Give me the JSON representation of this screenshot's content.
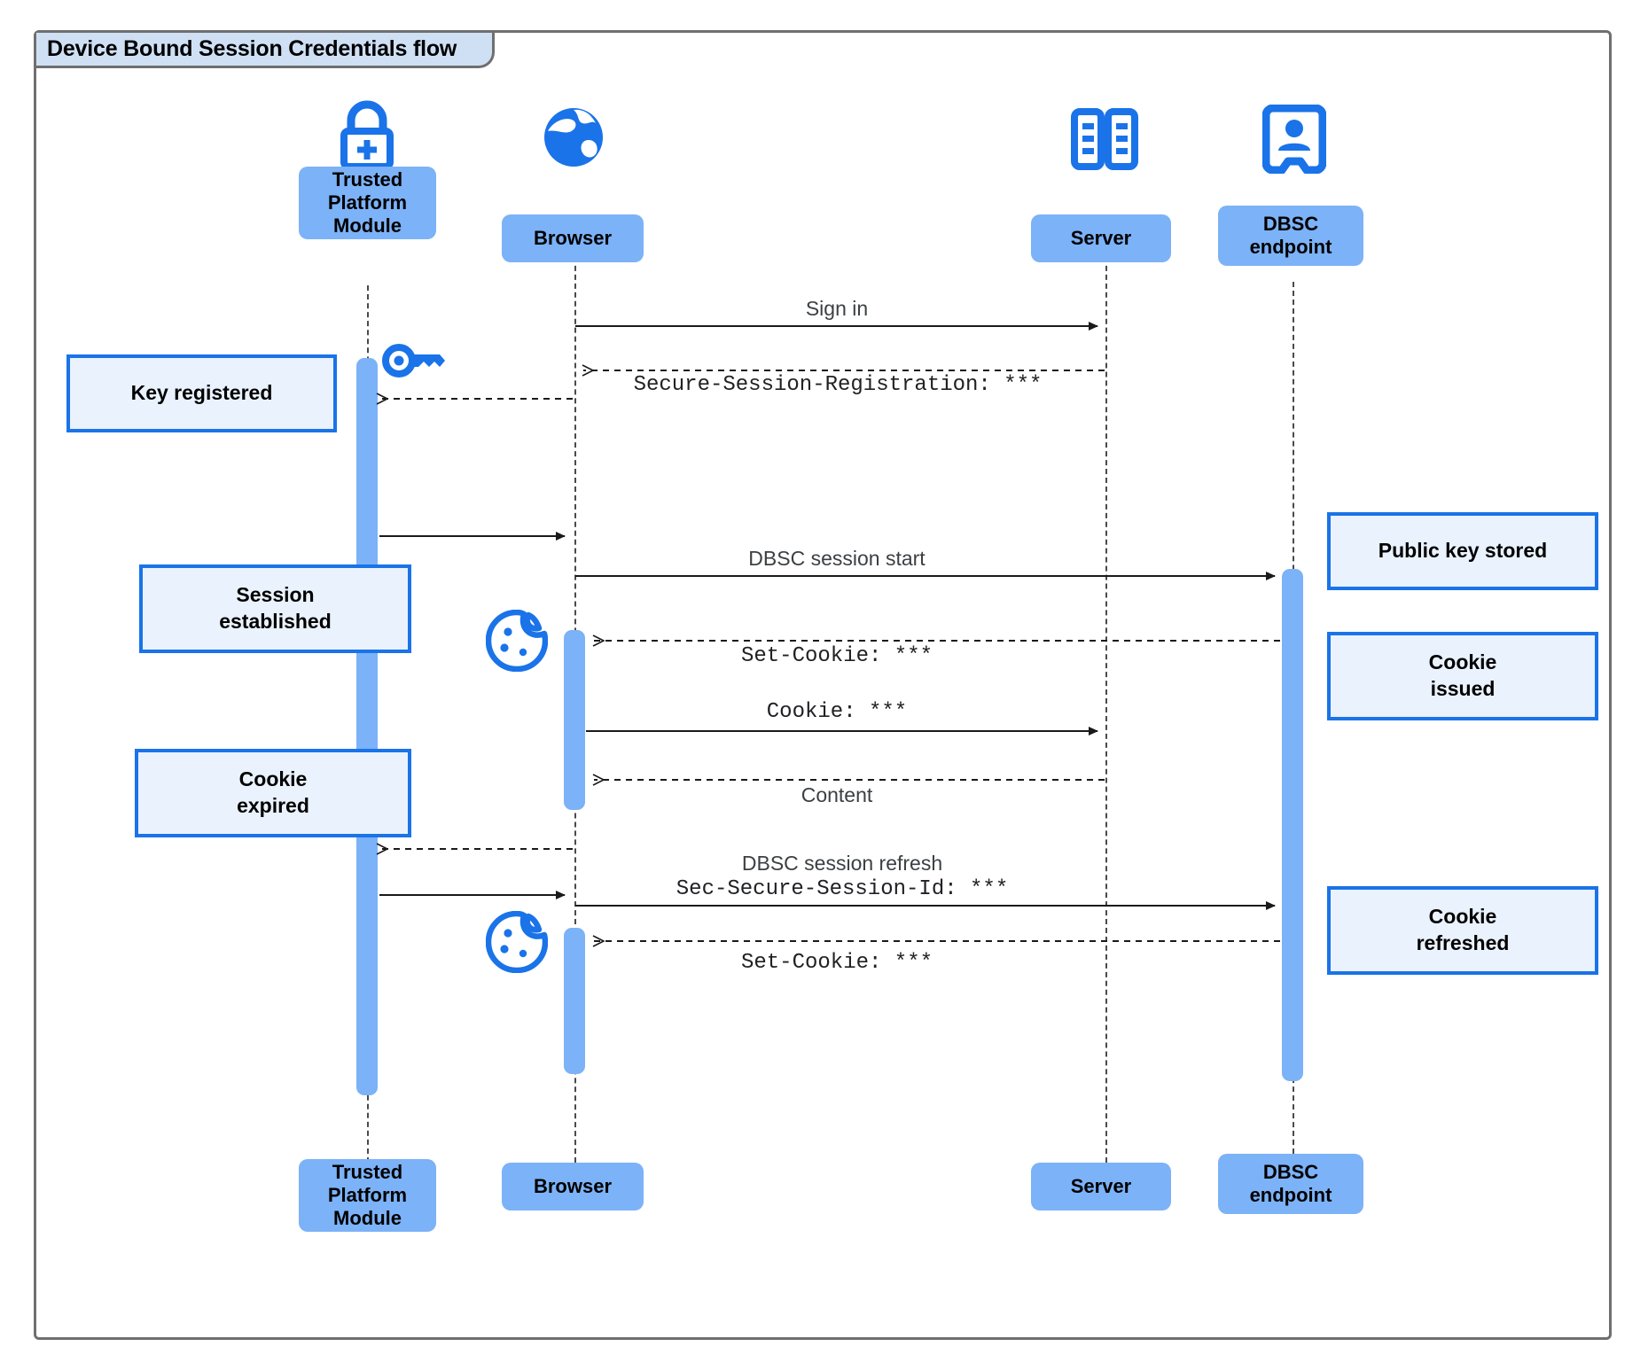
{
  "diagram": {
    "title": "Device Bound Session Credentials flow",
    "type": "uml-sequence",
    "colors": {
      "frame_border": "#6f6f6f",
      "title_fill": "#cfe0f5",
      "actor_fill": "#7cb2f7",
      "activation_fill": "#7cb2f7",
      "note_fill": "#eaf2fd",
      "note_border": "#1a73e8",
      "icon_blue": "#1a73e8",
      "lifeline": "#4a4a4a",
      "arrow": "#1a1a1a"
    }
  },
  "participants": [
    {
      "id": "tpm",
      "label": "Trusted\nPlatform\nModule",
      "label_lines": [
        "Trusted",
        "Platform",
        "Module"
      ],
      "icon": "lock-plus-icon"
    },
    {
      "id": "browser",
      "label": "Browser",
      "label_lines": [
        "Browser"
      ],
      "icon": "globe-icon"
    },
    {
      "id": "server",
      "label": "Server",
      "label_lines": [
        "Server"
      ],
      "icon": "server-rack-icon"
    },
    {
      "id": "dbsc",
      "label": "DBSC endpoint",
      "label_lines": [
        "DBSC",
        "endpoint"
      ],
      "icon": "id-badge-icon"
    }
  ],
  "messages": [
    {
      "id": "m1",
      "from": "browser",
      "to": "server",
      "style": "solid",
      "label": "Sign in",
      "label_font": "sans"
    },
    {
      "id": "m2",
      "from": "server",
      "to": "browser",
      "style": "dashed",
      "label": "Secure-Session-Registration: ***",
      "label_font": "mono"
    },
    {
      "id": "m3",
      "from": "browser",
      "to": "tpm",
      "style": "dashed",
      "label": "",
      "label_font": "sans"
    },
    {
      "id": "m4",
      "from": "tpm",
      "to": "browser",
      "style": "solid",
      "label": "",
      "label_font": "sans"
    },
    {
      "id": "m5",
      "from": "browser",
      "to": "dbsc",
      "style": "solid",
      "label": "DBSC session start",
      "label_font": "sans"
    },
    {
      "id": "m6",
      "from": "dbsc",
      "to": "browser",
      "style": "dashed",
      "label": "Set-Cookie: ***",
      "label_font": "mono"
    },
    {
      "id": "m7",
      "from": "browser",
      "to": "server",
      "style": "solid",
      "label": "Cookie: ***",
      "label_font": "mono"
    },
    {
      "id": "m8",
      "from": "server",
      "to": "browser",
      "style": "dashed",
      "label": "Content",
      "label_font": "sans"
    },
    {
      "id": "m9",
      "from": "browser",
      "to": "tpm",
      "style": "dashed",
      "label": "",
      "label_font": "sans"
    },
    {
      "id": "m10",
      "from": "tpm",
      "to": "browser",
      "style": "solid",
      "label": "",
      "label_font": "sans"
    },
    {
      "id": "m11",
      "from": "browser",
      "to": "dbsc",
      "style": "solid",
      "label_line1": "DBSC session refresh",
      "label_line2": "Sec-Secure-Session-Id: ***",
      "label_font": "mixed"
    },
    {
      "id": "m12",
      "from": "dbsc",
      "to": "browser",
      "style": "dashed",
      "label": "Set-Cookie: ***",
      "label_font": "mono"
    }
  ],
  "notes": [
    {
      "id": "n1",
      "text": "Key registered",
      "lines": [
        "Key registered"
      ],
      "side": "left",
      "anchor": "tpm"
    },
    {
      "id": "n2",
      "text": "Session established",
      "lines": [
        "Session",
        "established"
      ],
      "side": "left",
      "anchor": "tpm"
    },
    {
      "id": "n3",
      "text": "Cookie expired",
      "lines": [
        "Cookie",
        "expired"
      ],
      "side": "left",
      "anchor": "tpm"
    },
    {
      "id": "n4",
      "text": "Public key stored",
      "lines": [
        "Public key stored"
      ],
      "side": "right",
      "anchor": "dbsc"
    },
    {
      "id": "n5",
      "text": "Cookie issued",
      "lines": [
        "Cookie",
        "issued"
      ],
      "side": "right",
      "anchor": "dbsc"
    },
    {
      "id": "n6",
      "text": "Cookie refreshed",
      "lines": [
        "Cookie",
        "refreshed"
      ],
      "side": "right",
      "anchor": "dbsc"
    }
  ],
  "inline_icons": [
    {
      "id": "key1",
      "icon": "key-icon",
      "near": "tpm"
    },
    {
      "id": "cookie1",
      "icon": "cookie-icon",
      "near": "browser"
    },
    {
      "id": "cookie2",
      "icon": "cookie-icon",
      "near": "browser"
    }
  ]
}
